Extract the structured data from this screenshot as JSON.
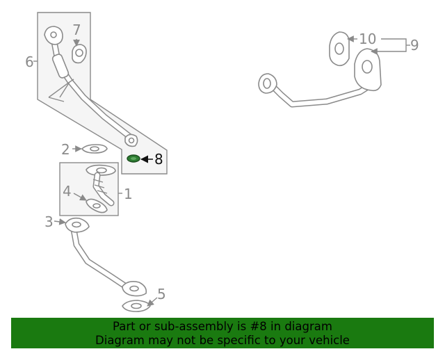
{
  "diagram": {
    "callouts": {
      "c1": "1",
      "c2": "2",
      "c3": "3",
      "c4": "4",
      "c5": "5",
      "c6": "6",
      "c7": "7",
      "c8": "8",
      "c9": "9",
      "c10": "10"
    },
    "highlight_part": "8",
    "highlight_color": "#2e7d32",
    "line_color": "#8a8a8a"
  },
  "banner": {
    "line1": "Part or sub-assembly is #8 in diagram",
    "line2": "Diagram may not be specific to your vehicle",
    "background": "#1a7a10"
  }
}
